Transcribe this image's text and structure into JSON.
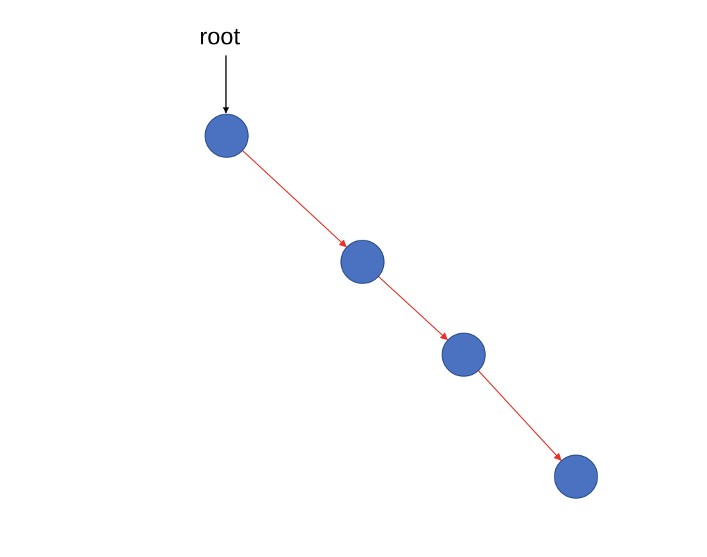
{
  "root_label": "root",
  "colors": {
    "node_fill": "#4A72C0",
    "node_stroke": "#2F528F",
    "edge": "#E8352B",
    "pointer": "#000000",
    "text": "#000000"
  },
  "nodes": [
    {
      "id": "n1"
    },
    {
      "id": "n2"
    },
    {
      "id": "n3"
    },
    {
      "id": "n4"
    }
  ],
  "edges": [
    {
      "from": "n1",
      "to": "n2"
    },
    {
      "from": "n2",
      "to": "n3"
    },
    {
      "from": "n3",
      "to": "n4"
    }
  ]
}
